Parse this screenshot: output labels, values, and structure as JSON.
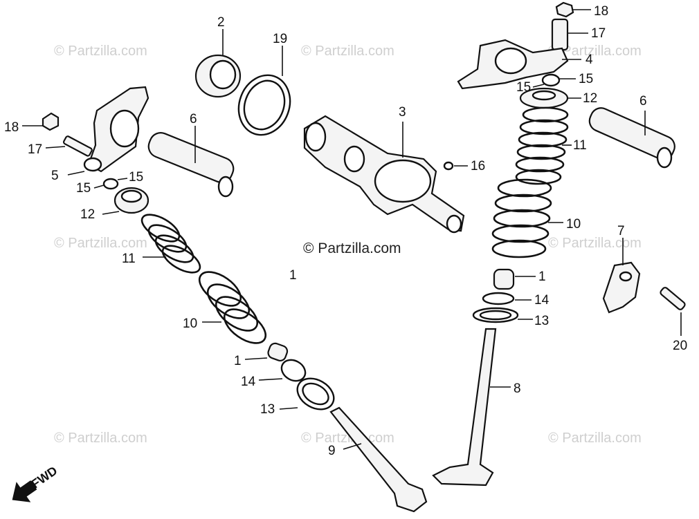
{
  "diagram": {
    "watermark_center": "© Partzilla.com",
    "watermark_tile": "© Partzilla.com",
    "fwd_label": "FWD",
    "callouts": [
      "1",
      "1",
      "2",
      "3",
      "4",
      "5",
      "6",
      "6",
      "7",
      "8",
      "9",
      "10",
      "10",
      "11",
      "11",
      "12",
      "12",
      "13",
      "13",
      "14",
      "14",
      "15",
      "15",
      "15",
      "15",
      "16",
      "17",
      "17",
      "18",
      "18",
      "19",
      "20"
    ]
  }
}
